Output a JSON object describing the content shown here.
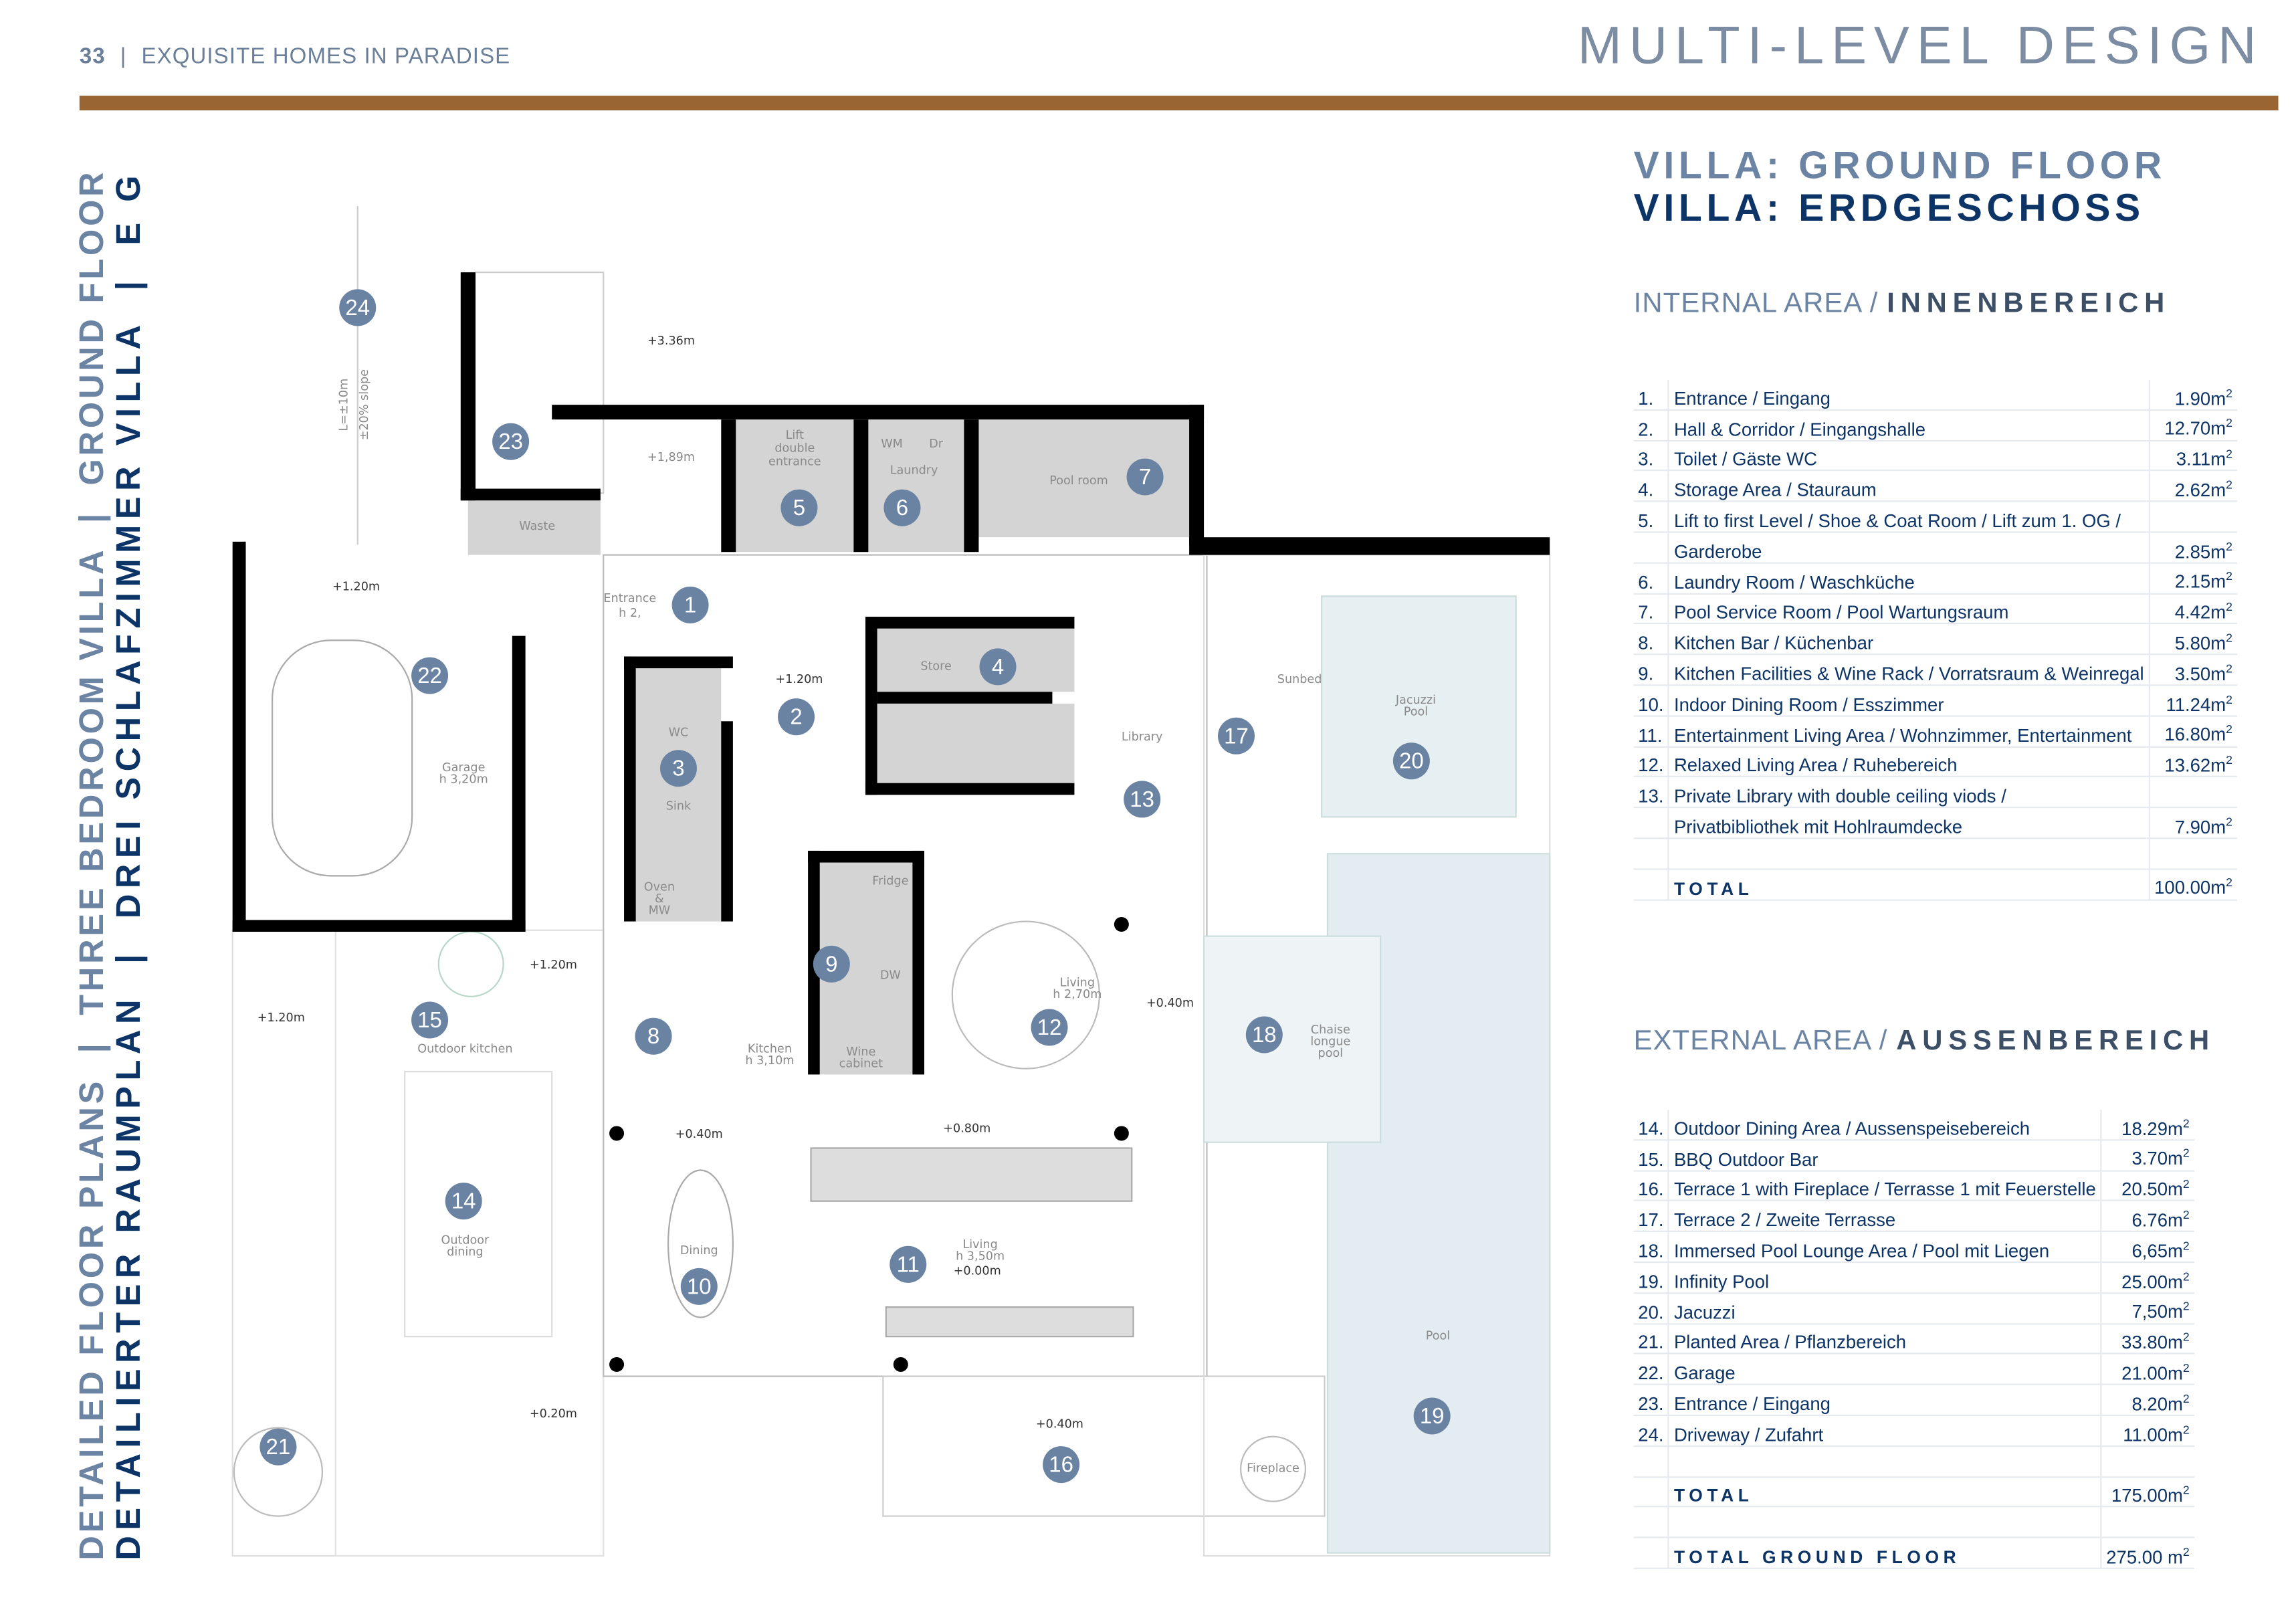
{
  "header": {
    "page_number": "33",
    "publication": "EXQUISITE HOMES IN PARADISE",
    "section_title": "MULTI-LEVEL DESIGN"
  },
  "colors": {
    "accent_bar": "#996633",
    "navy": "#0d3466",
    "slate": "#6b84a3",
    "badge": "#6a83a3"
  },
  "side_title": {
    "line1": "DETAILED FLOOR PLANS  |  THREE BEDROOM VILLA  |  GROUND FLOOR",
    "line2": "DETAILIERTER RAUMPLAN  |  DREI SCHLAFZIMMER VILLA  |  E G"
  },
  "title": {
    "en": "VILLA: GROUND FLOOR",
    "de": "VILLA: ERDGESCHOSS"
  },
  "internal": {
    "heading_en": "INTERNAL AREA /",
    "heading_de": "INNENBEREICH",
    "rows": [
      {
        "n": "1.",
        "label": "Entrance / Eingang",
        "value": "1.90m"
      },
      {
        "n": "2.",
        "label": "Hall & Corridor / Eingangshalle",
        "value": "12.70m"
      },
      {
        "n": "3.",
        "label": "Toilet / Gäste WC",
        "value": "3.11m"
      },
      {
        "n": "4.",
        "label": "Storage Area / Stauraum",
        "value": "2.62m"
      },
      {
        "n": "5.",
        "label": "Lift to first Level / Shoe & Coat Room / Lift zum 1. OG /",
        "value": ""
      },
      {
        "n": "",
        "label": "Garderobe",
        "value": "2.85m"
      },
      {
        "n": "6.",
        "label": "Laundry Room / Waschküche",
        "value": "2.15m"
      },
      {
        "n": "7.",
        "label": "Pool Service Room / Pool Wartungsraum",
        "value": "4.42m"
      },
      {
        "n": "8.",
        "label": "Kitchen Bar / Küchenbar",
        "value": "5.80m"
      },
      {
        "n": "9.",
        "label": "Kitchen Facilities & Wine Rack / Vorratsraum & Weinregal",
        "value": "3.50m"
      },
      {
        "n": "10.",
        "label": "Indoor Dining Room / Esszimmer",
        "value": "11.24m"
      },
      {
        "n": "11.",
        "label": "Entertainment Living Area / Wohnzimmer, Entertainment",
        "value": "16.80m"
      },
      {
        "n": "12.",
        "label": "Relaxed Living Area / Ruhebereich",
        "value": "13.62m"
      },
      {
        "n": "13.",
        "label": "Private Library with double ceiling viods /",
        "value": ""
      },
      {
        "n": "",
        "label": "Privatbibliothek mit Hohlraumdecke",
        "value": "7.90m"
      },
      {
        "n": "",
        "label": "",
        "value": ""
      },
      {
        "n": "",
        "label": "TOTAL",
        "value": "100.00m",
        "total": true
      }
    ]
  },
  "external": {
    "heading_en": "EXTERNAL AREA /",
    "heading_de": "AUSSENBEREICH",
    "rows": [
      {
        "n": "14.",
        "label": "Outdoor Dining Area / Aussenspeisebereich",
        "value": "18.29m"
      },
      {
        "n": "15.",
        "label": "BBQ Outdoor Bar",
        "value": "3.70m"
      },
      {
        "n": "16.",
        "label": "Terrace 1 with Fireplace / Terrasse 1 mit Feuerstelle",
        "value": "20.50m"
      },
      {
        "n": "17.",
        "label": "Terrace 2 / Zweite Terrasse",
        "value": "6.76m"
      },
      {
        "n": "18.",
        "label": "Immersed Pool Lounge Area / Pool mit Liegen",
        "value": "6,65m"
      },
      {
        "n": "19.",
        "label": "Infinity Pool",
        "value": "25.00m"
      },
      {
        "n": "20.",
        "label": "Jacuzzi",
        "value": "7,50m"
      },
      {
        "n": "21.",
        "label": "Planted Area / Pflanzbereich",
        "value": "33.80m"
      },
      {
        "n": "22.",
        "label": "Garage",
        "value": "21.00m"
      },
      {
        "n": "23.",
        "label": "Entrance / Eingang",
        "value": "8.20m"
      },
      {
        "n": "24.",
        "label": "Driveway / Zufahrt",
        "value": "11.00m"
      },
      {
        "n": "",
        "label": "",
        "value": ""
      },
      {
        "n": "",
        "label": "TOTAL",
        "value": "175.00m",
        "total": true
      },
      {
        "n": "",
        "label": "",
        "value": ""
      },
      {
        "n": "",
        "label": "TOTAL GROUND FLOOR",
        "value": "275.00 m",
        "total": true
      }
    ]
  },
  "unit_superscript": "2",
  "plan": {
    "badges": [
      "1",
      "2",
      "3",
      "4",
      "5",
      "6",
      "7",
      "8",
      "9",
      "10",
      "11",
      "12",
      "13",
      "14",
      "15",
      "16",
      "17",
      "18",
      "19",
      "20",
      "21",
      "22",
      "23",
      "24"
    ],
    "labels": [
      "+3.36m",
      "+1,89m",
      "+1.20m",
      "+1.20m",
      "+1.20m",
      "+1.20m",
      "Garage",
      "h 3,20m",
      "+0.40m",
      "+0.80m",
      "+0.40m",
      "+0.20m",
      "+0.40m",
      "Living",
      "h 2,70m",
      "Living",
      "h 3,50m",
      "+0.00m",
      "Kitchen",
      "h 3,10m",
      "Dining",
      "Outdoor  kitchen",
      "Outdoor",
      "dining",
      "Chaise",
      "longue",
      "pool",
      "Pool",
      "Jacuzzi",
      "Pool",
      "Sunbed",
      "Library",
      "Fireplace",
      "Wine",
      "cabinet",
      "Fridge",
      "DW",
      "Oven",
      "&",
      "MW",
      "Sink",
      "WC",
      "Store",
      "Laundry",
      "WM",
      "Dr",
      "Pool  room",
      "Lift",
      "double",
      "entrance",
      "Waste",
      "Entrance",
      "h 2,",
      "L=±10m",
      "±20% slope"
    ]
  }
}
